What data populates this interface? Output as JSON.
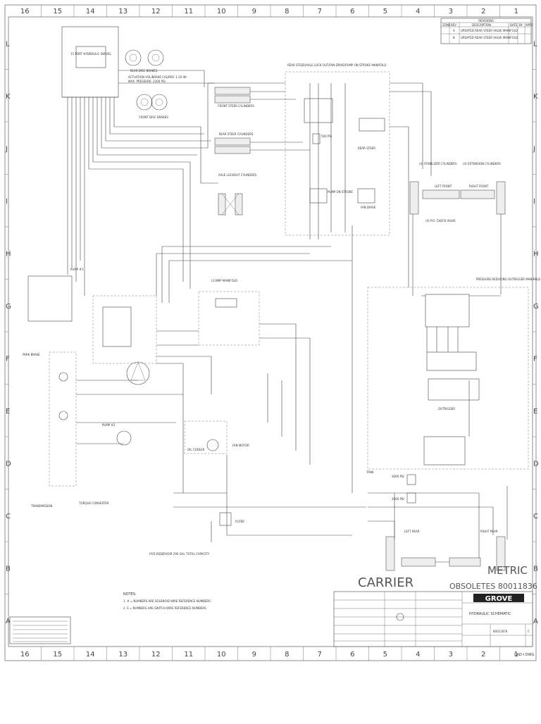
{
  "border": {
    "columns": [
      "16",
      "15",
      "14",
      "13",
      "12",
      "11",
      "10",
      "9",
      "8",
      "7",
      "6",
      "5",
      "4",
      "3",
      "2",
      "1"
    ],
    "rows": [
      "L",
      "K",
      "J",
      "I",
      "H",
      "G",
      "F",
      "E",
      "D",
      "C",
      "B",
      "A"
    ]
  },
  "labels": {
    "port_manifold": "11 PORT HYDRAULIC SWIVEL",
    "rear_disc_brakes": "REAR DISC BRAKES",
    "front_disc_brakes": "FRONT DISC BRAKES",
    "actuation": "ACTUATION VOL/BRAKE CALIPER: 1.20 IN³",
    "max_pressure": "MAX. PRESSURE: 2300 PSI",
    "front_steer_cyl": "FRONT STEER CYLINDERS",
    "rear_steer_cyl": "REAR STEER CYLINDERS",
    "rear_steer_manifold": "REAR STEER/AXLE LOCK OUT/FAN DRIVE/PUMP ON STROKE MANIFOLD",
    "axle_lockout": "AXLE LOCKOUT CYLINDERS",
    "stabilizer_cyl": "(4) STABILIZER CYLINDERS",
    "extension_cyl": "(4) EXTENSION CYLINDERS",
    "left_front": "LEFT FRONT",
    "right_front": "RIGHT FRONT",
    "left_rear": "LEFT REAR",
    "right_rear": "RIGHT REAR",
    "pump1": "PUMP #1",
    "pump2": "PUMP #2",
    "ls_bmp_manifold": "LS BMP MANIFOLD",
    "pressure_reducing": "PRESSURE REDUCING OUTRIGGER MANIFOLD",
    "outrigger": "OUTRIGGER",
    "park_brake": "PARK BRAKE",
    "transmission": "TRANSMISSION",
    "torque_converter": "TORQUE CONVERTER",
    "fan_motor": "FAN MOTOR",
    "filter": "FILTER",
    "tank": "TANK",
    "oil_cooler": "OIL COOLER",
    "rear_steer": "REAR STEER",
    "fan_drive": "FAN DRIVE",
    "pump_on_stroke": "PUMP ON STROKE",
    "psi_500": "500 PSI",
    "psi_3000": "3000 PSI",
    "psi_2000": "2000 PSI",
    "reservoir_note": "HYD RESERVOIR 290 GAL TOTAL CAPACITY",
    "check_valves": "(4) P.O. CHECK VALVE",
    "carrier": "CARRIER",
    "metric": "METRIC",
    "obsoletes": "OBSOLETES 80011836",
    "grove": "GROVE",
    "title": "HYDRAULIC SCHEMATIC",
    "sheet_ref": "CAD-I DWG",
    "notes_heading": "NOTES:",
    "note1": "1.  # = NUMBERS ARE SOLENOID WIRE REFERENCE NUMBERS",
    "note2": "2.  S = NUMBERS ARE SWITCH WIRE REFERENCE NUMBERS",
    "dwg_number": "80011878",
    "rev": "C"
  },
  "revisions": {
    "heading": "REVISIONS",
    "columns": [
      "ZONE",
      "REV",
      "DESCRIPTION",
      "DATE",
      "BY",
      "APPD"
    ],
    "rows": [
      [
        "",
        "A",
        "UPDATED REAR STEER VALVE MANIFOLD",
        "",
        "",
        ""
      ],
      [
        "",
        "B",
        "UPDATED REAR STEER VALVE MANIFOLD",
        "",
        "",
        ""
      ]
    ]
  }
}
